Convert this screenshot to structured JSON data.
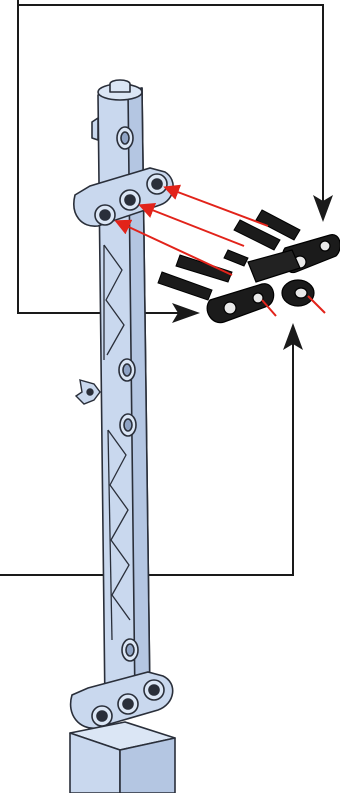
{
  "illustration": {
    "kind": "building-instruction-step",
    "parts": [
      "lattice-mast",
      "upper-arm-beam",
      "lower-arm-beam",
      "connector-pins",
      "pin-connector-beams",
      "base-block",
      "clip"
    ],
    "callout_arrows": 3,
    "assembly_arrows": 3
  },
  "colors": {
    "background": "#ffffff",
    "mast_fill": "#c9d8ee",
    "mast_outline": "#2a2f3a",
    "part_black": "#1b1b1b",
    "assembly_arrow": "#e2231a",
    "frame_line": "#1a1a1a"
  }
}
